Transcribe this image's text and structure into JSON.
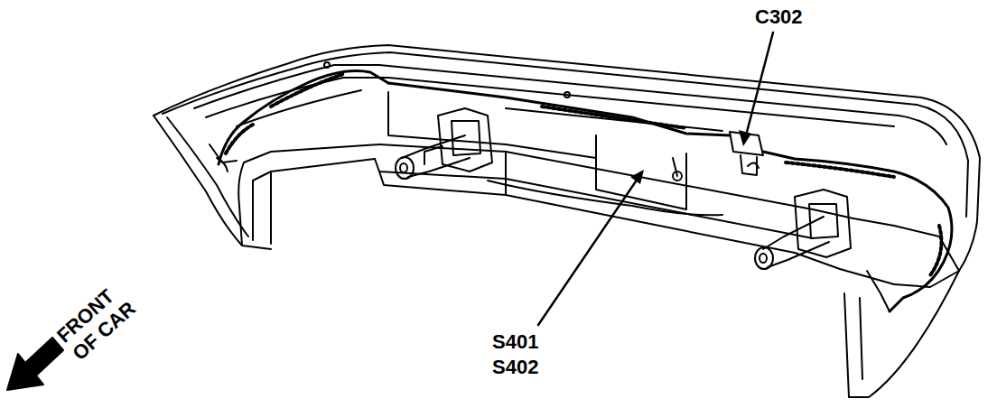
{
  "diagram": {
    "labels": [
      "C302",
      "S401",
      "S402",
      "FRONT OF CAR"
    ]
  }
}
